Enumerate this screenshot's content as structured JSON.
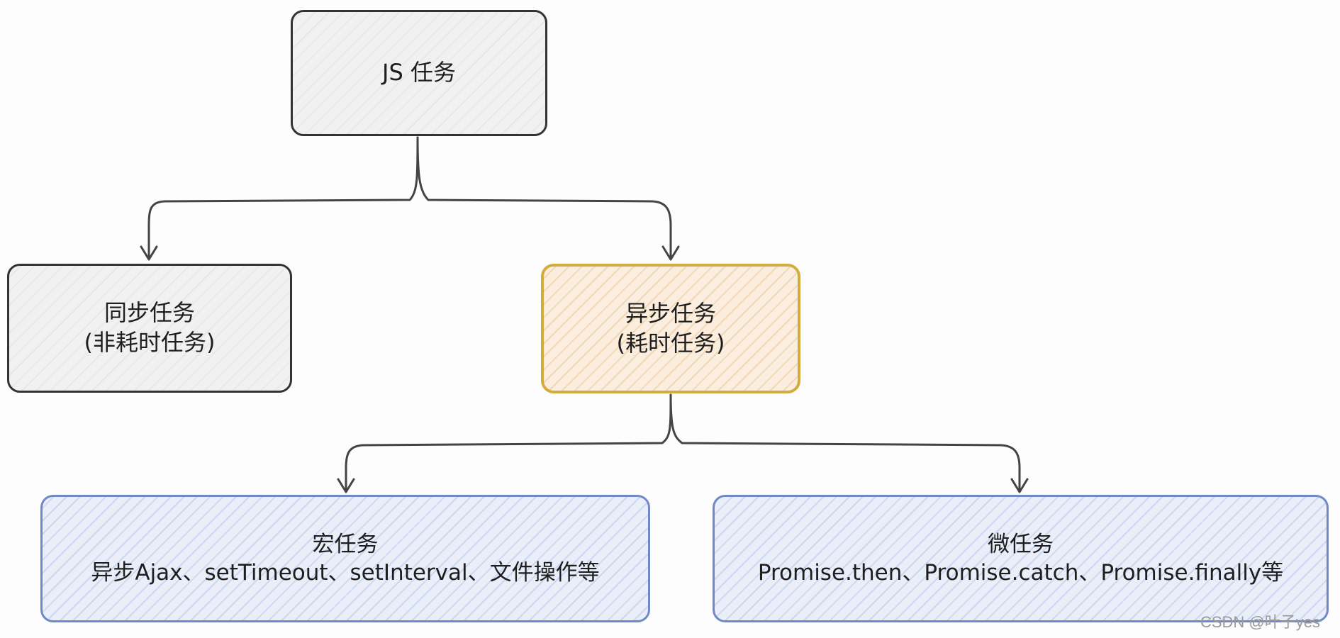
{
  "diagram": {
    "nodes": {
      "root": {
        "lines": [
          "JS 任务"
        ]
      },
      "sync": {
        "lines": [
          "同步任务",
          "(非耗时任务)"
        ]
      },
      "async": {
        "lines": [
          "异步任务",
          "(耗时任务)"
        ]
      },
      "macro": {
        "lines": [
          "宏任务",
          "异步Ajax、setTimeout、setInterval、文件操作等"
        ]
      },
      "micro": {
        "lines": [
          "微任务",
          "Promise.then、Promise.catch、Promise.finally等"
        ]
      }
    },
    "edges": [
      {
        "from": "root",
        "to": "sync"
      },
      {
        "from": "root",
        "to": "async"
      },
      {
        "from": "async",
        "to": "macro"
      },
      {
        "from": "async",
        "to": "micro"
      }
    ],
    "colors": {
      "stroke": "#333333",
      "gray_fill": "#f1f1f1",
      "orange_border": "#d4ac3e",
      "orange_fill": "#fbeede",
      "blue_border": "#6f88c8",
      "blue_fill": "#e9eef9"
    }
  },
  "watermark": "CSDN @叶子yes"
}
